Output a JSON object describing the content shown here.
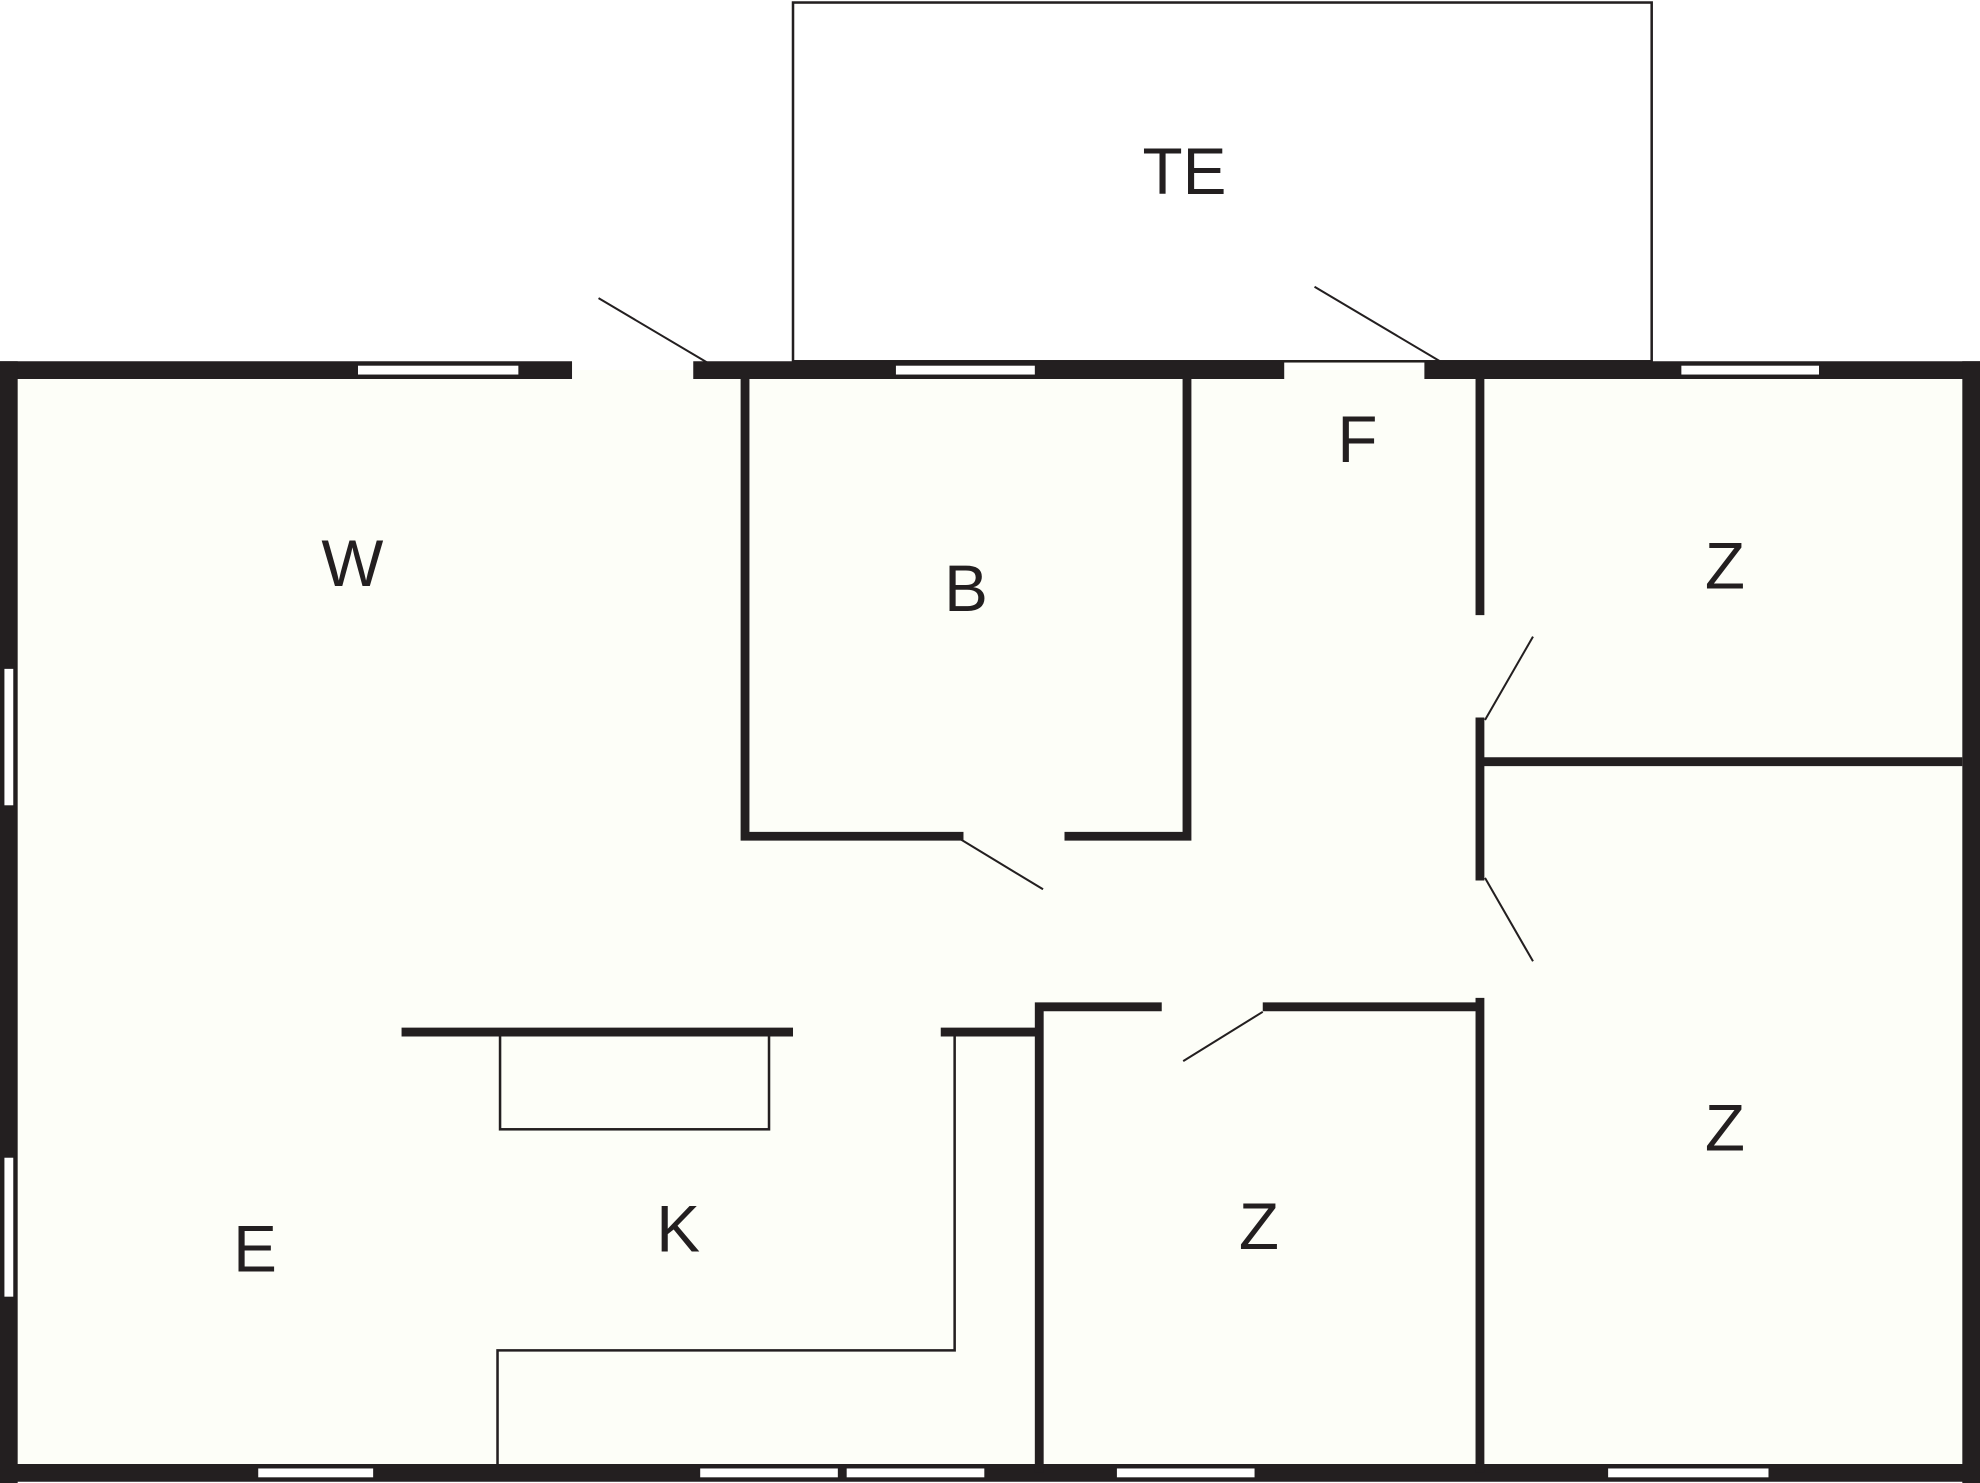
{
  "colors": {
    "wall": "#231f20",
    "floor": "#fdfef8",
    "background": "#ffffff"
  },
  "rooms": [
    {
      "id": "terrace",
      "label": "TE"
    },
    {
      "id": "hall",
      "label": "F"
    },
    {
      "id": "living",
      "label": "W"
    },
    {
      "id": "bathroom",
      "label": "B"
    },
    {
      "id": "bedroom-1",
      "label": "Z"
    },
    {
      "id": "bedroom-2",
      "label": "Z"
    },
    {
      "id": "bedroom-3",
      "label": "Z"
    },
    {
      "id": "dining",
      "label": "E"
    },
    {
      "id": "kitchen",
      "label": "K"
    }
  ]
}
